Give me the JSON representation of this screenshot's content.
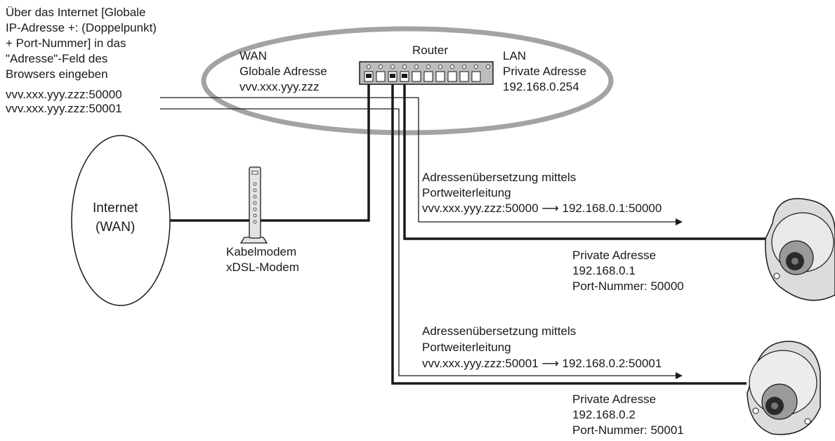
{
  "instruction": {
    "lines": [
      "Über das Internet [Globale",
      "IP-Adresse +: (Doppelpunkt)",
      "+ Port-Nummer] in das",
      "\"Adresse\"-Feld des",
      "Browsers eingeben"
    ],
    "url_1": "vvv.xxx.yyy.zzz:50000",
    "url_2": "vvv.xxx.yyy.zzz:50001"
  },
  "wan": {
    "title": "WAN",
    "label": "Globale Adresse",
    "address": "vvv.xxx.yyy.zzz"
  },
  "router": {
    "label": "Router"
  },
  "lan": {
    "title": "LAN",
    "label": "Private Adresse",
    "address": "192.168.0.254"
  },
  "internet": {
    "line1": "Internet",
    "line2": "(WAN)"
  },
  "modem": {
    "line1": "Kabelmodem",
    "line2": "xDSL-Modem"
  },
  "forwarding_1": {
    "line1": "Adressenübersetzung mittels",
    "line2": "Portweiterleitung",
    "from": "vvv.xxx.yyy.zzz:50000",
    "arrow": "⟶",
    "to": "192.168.0.1:50000"
  },
  "camera_1": {
    "label": "Private Adresse",
    "address": "192.168.0.1",
    "port": "Port-Nummer: 50000"
  },
  "forwarding_2": {
    "line1": "Adressenübersetzung mittels",
    "line2": "Portweiterleitung",
    "from": "vvv.xxx.yyy.zzz:50001",
    "arrow": "⟶",
    "to": "192.168.0.2:50001"
  },
  "camera_2": {
    "label": "Private Adresse",
    "address": "192.168.0.2",
    "port": "Port-Nummer: 50001"
  },
  "colors": {
    "ellipse": "#9c9c9c",
    "line": "#1a1a1a",
    "device": "#d8d8d8"
  }
}
